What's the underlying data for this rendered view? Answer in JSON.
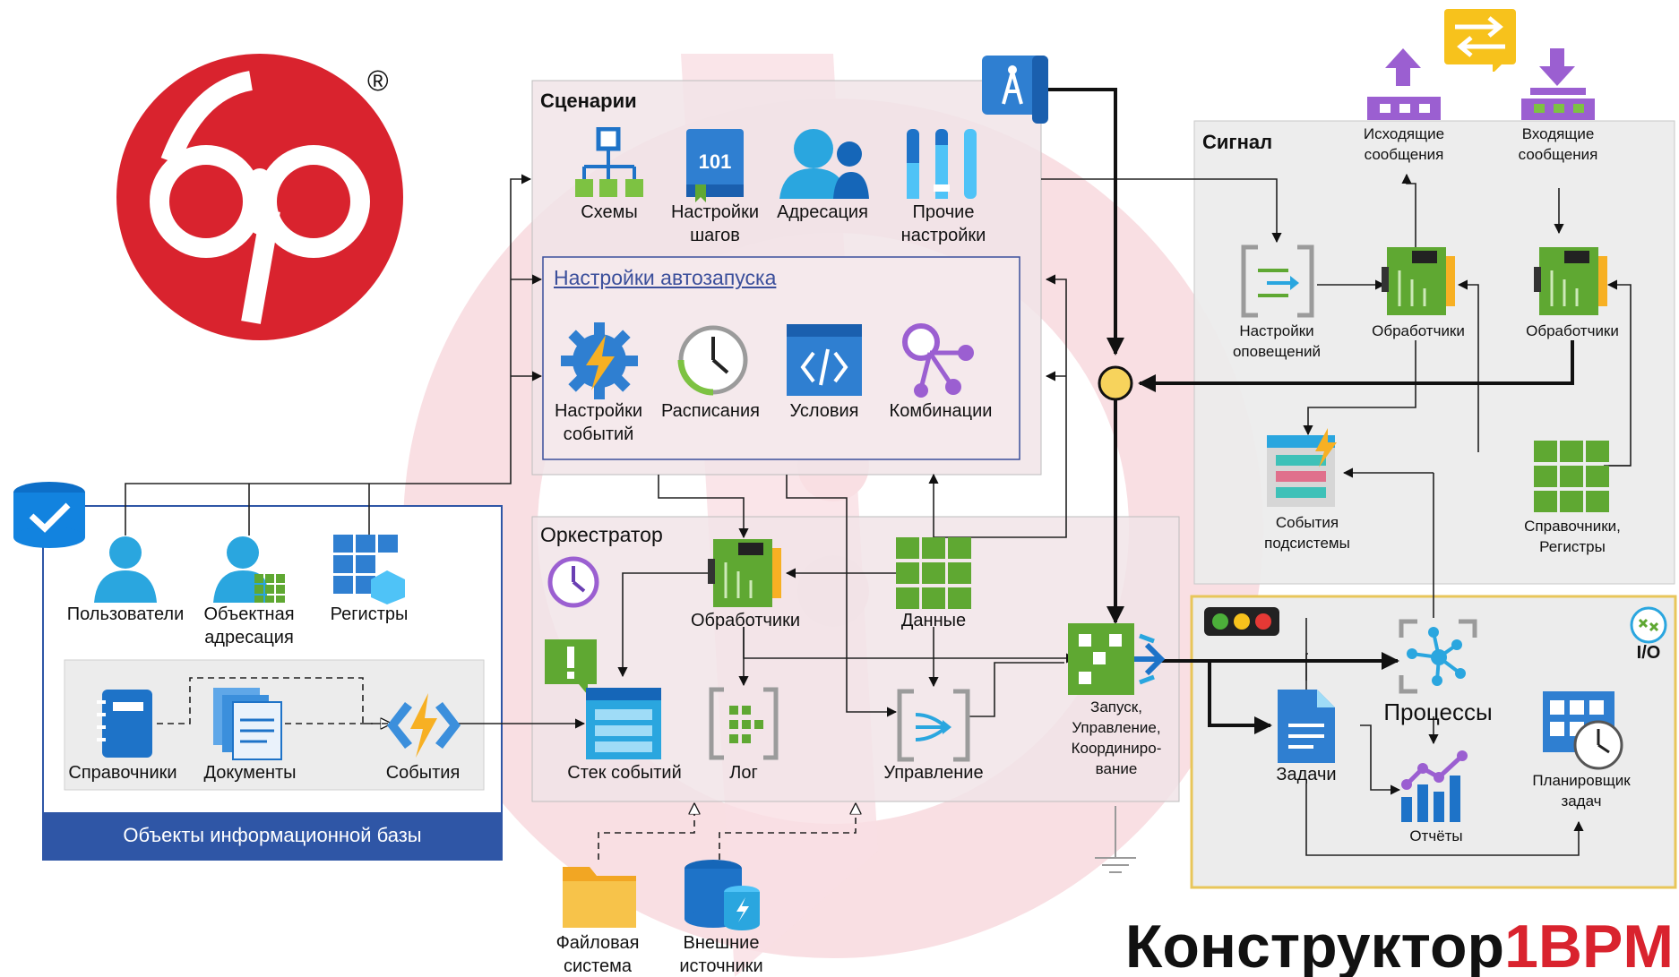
{
  "brand": {
    "logo_mark": "b:p",
    "registered_symbol": "®",
    "product_name_black": "Конструктор",
    "product_name_red": "1BPM",
    "color_red": "#d9232e",
    "color_black": "#111111"
  },
  "colors": {
    "panel_grey": "#ececec",
    "panel_pink": "#f1e4e8",
    "db_blue": "#2f56a6",
    "accent_yellow": "#f7d35c",
    "green": "#5fa832",
    "azure": "#1f8ad6"
  },
  "db_panel": {
    "footer": "Объекты информационной базы",
    "top_items": [
      "Пользователи",
      "Объектная\nадресация",
      "Регистры"
    ],
    "inner_items": [
      "Справочники",
      "Документы",
      "События"
    ]
  },
  "scenarios": {
    "title": "Сценарии",
    "items": [
      "Схемы",
      "Настройки\nшагов",
      "Адресация",
      "Прочие\nнастройки"
    ],
    "autostart": {
      "link": "Настройки автозапуска",
      "items": [
        "Настройки\nсобытий",
        "Расписания",
        "Условия",
        "Комбинации"
      ]
    }
  },
  "orchestrator": {
    "title": "Оркестратор",
    "handlers": "Обработчики",
    "data": "Данные",
    "event_stack": "Стек событий",
    "log": "Лог",
    "control": "Управление",
    "launch": "Запуск,\nУправление,\nКоординиро-\nвание"
  },
  "storage": [
    "Файловая\nсистема",
    "Внешние\nисточники"
  ],
  "signal": {
    "title": "Сигнал",
    "outgoing": "Исходящие\nсообщения",
    "incoming": "Входящие\nсообщения",
    "notifications": "Настройки\nоповещений",
    "handlers_1": "Обработчики",
    "handlers_2": "Обработчики",
    "subsystem_events": "События\nподсистемы",
    "references": "Справочники,\nРегистры"
  },
  "processes": {
    "tasks": "Задачи",
    "processes": "Процессы",
    "reports": "Отчёты",
    "scheduler": "Планировщик\nзадач",
    "io": "I/O"
  },
  "icons": [
    "logo-icon",
    "database-check-icon",
    "user-icon",
    "user-grid-icon",
    "registers-grid-icon",
    "notebook-icon",
    "documents-icon",
    "lightning-icon",
    "hierarchy-icon",
    "book-101-icon",
    "contacts-icon",
    "sliders-icon",
    "gear-lightning-icon",
    "clock-icon",
    "code-window-icon",
    "combination-icon",
    "circuit-board-icon",
    "grid-icon",
    "alert-icon",
    "stack-icon",
    "log-icon",
    "filter-arrows-icon",
    "launch-icon",
    "folder-icon",
    "external-db-icon",
    "blueprint-icon",
    "swap-arrows-icon",
    "upload-arrow-icon",
    "download-arrow-icon",
    "junction-icon",
    "traffic-light-icon",
    "process-nodes-icon",
    "document-icon",
    "chart-icon",
    "scheduler-icon",
    "io-icon",
    "ground-icon"
  ]
}
